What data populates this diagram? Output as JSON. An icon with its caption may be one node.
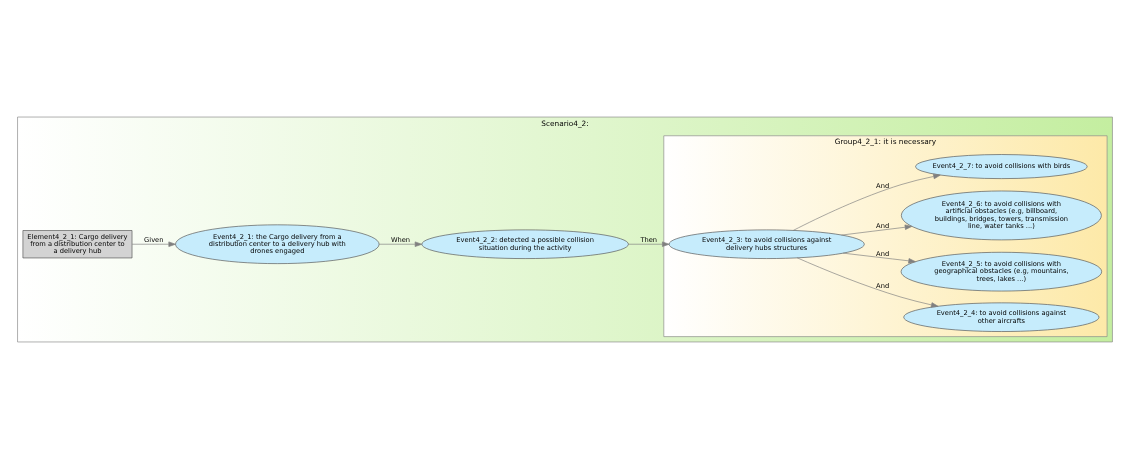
{
  "diagram": {
    "nodes": [
      {
        "text": [
          "Scenario4_2:"
        ]
      },
      {
        "text": [
          "Element4_2_1: Cargo delivery from a distribution center to a delivery hub"
        ],
        "in": 0
      },
      {
        "text": [
          "Event4_2_1: the Cargo delivery from a distribution center to a delivery hub with drones engaged"
        ],
        "in": 0
      },
      {
        "text": [
          "Event4_2_2: detected a possible collision situation during the activity"
        ],
        "in": 0
      },
      {
        "text": [
          "Group4_2_1: it is necessary"
        ],
        "in": 0
      },
      {
        "text": [
          "Event4_2_3: to avoid collisions against delivery hubs structures"
        ],
        "in": 4
      },
      {
        "text": [
          "Event4_2_4: to avoid collisions against other aircrafts"
        ],
        "in": 4
      },
      {
        "text": [
          "Event4_2_5: to avoid collisions with geographical obstacles (e.g, mountains, trees, lakes ...)"
        ],
        "in": 4
      },
      {
        "text": [
          "Event4_2_6: to avoid collisions with artificial obstacles (e.g, billboard, buildings, bridges, towers, transmission line, water tanks ...)"
        ],
        "in": 4
      },
      {
        "text": [
          "Event4_2_7: to avoid collisions with birds"
        ],
        "in": 4
      }
    ],
    "edges": [
      {
        "from": 1,
        "to": 2,
        "arrow": "to",
        "label": "Given"
      },
      {
        "from": 2,
        "to": 3,
        "arrow": "to",
        "label": "When"
      },
      {
        "from": 3,
        "to": 5,
        "arrow": "to",
        "label": "Then"
      },
      {
        "from": 5,
        "to": 6,
        "arrow": "to",
        "label": "And"
      },
      {
        "from": 5,
        "to": 7,
        "arrow": "to",
        "label": "And"
      },
      {
        "from": 5,
        "to": 8,
        "arrow": "to",
        "label": "And"
      },
      {
        "from": 5,
        "to": 9,
        "arrow": "to",
        "label": "And"
      }
    ]
  }
}
